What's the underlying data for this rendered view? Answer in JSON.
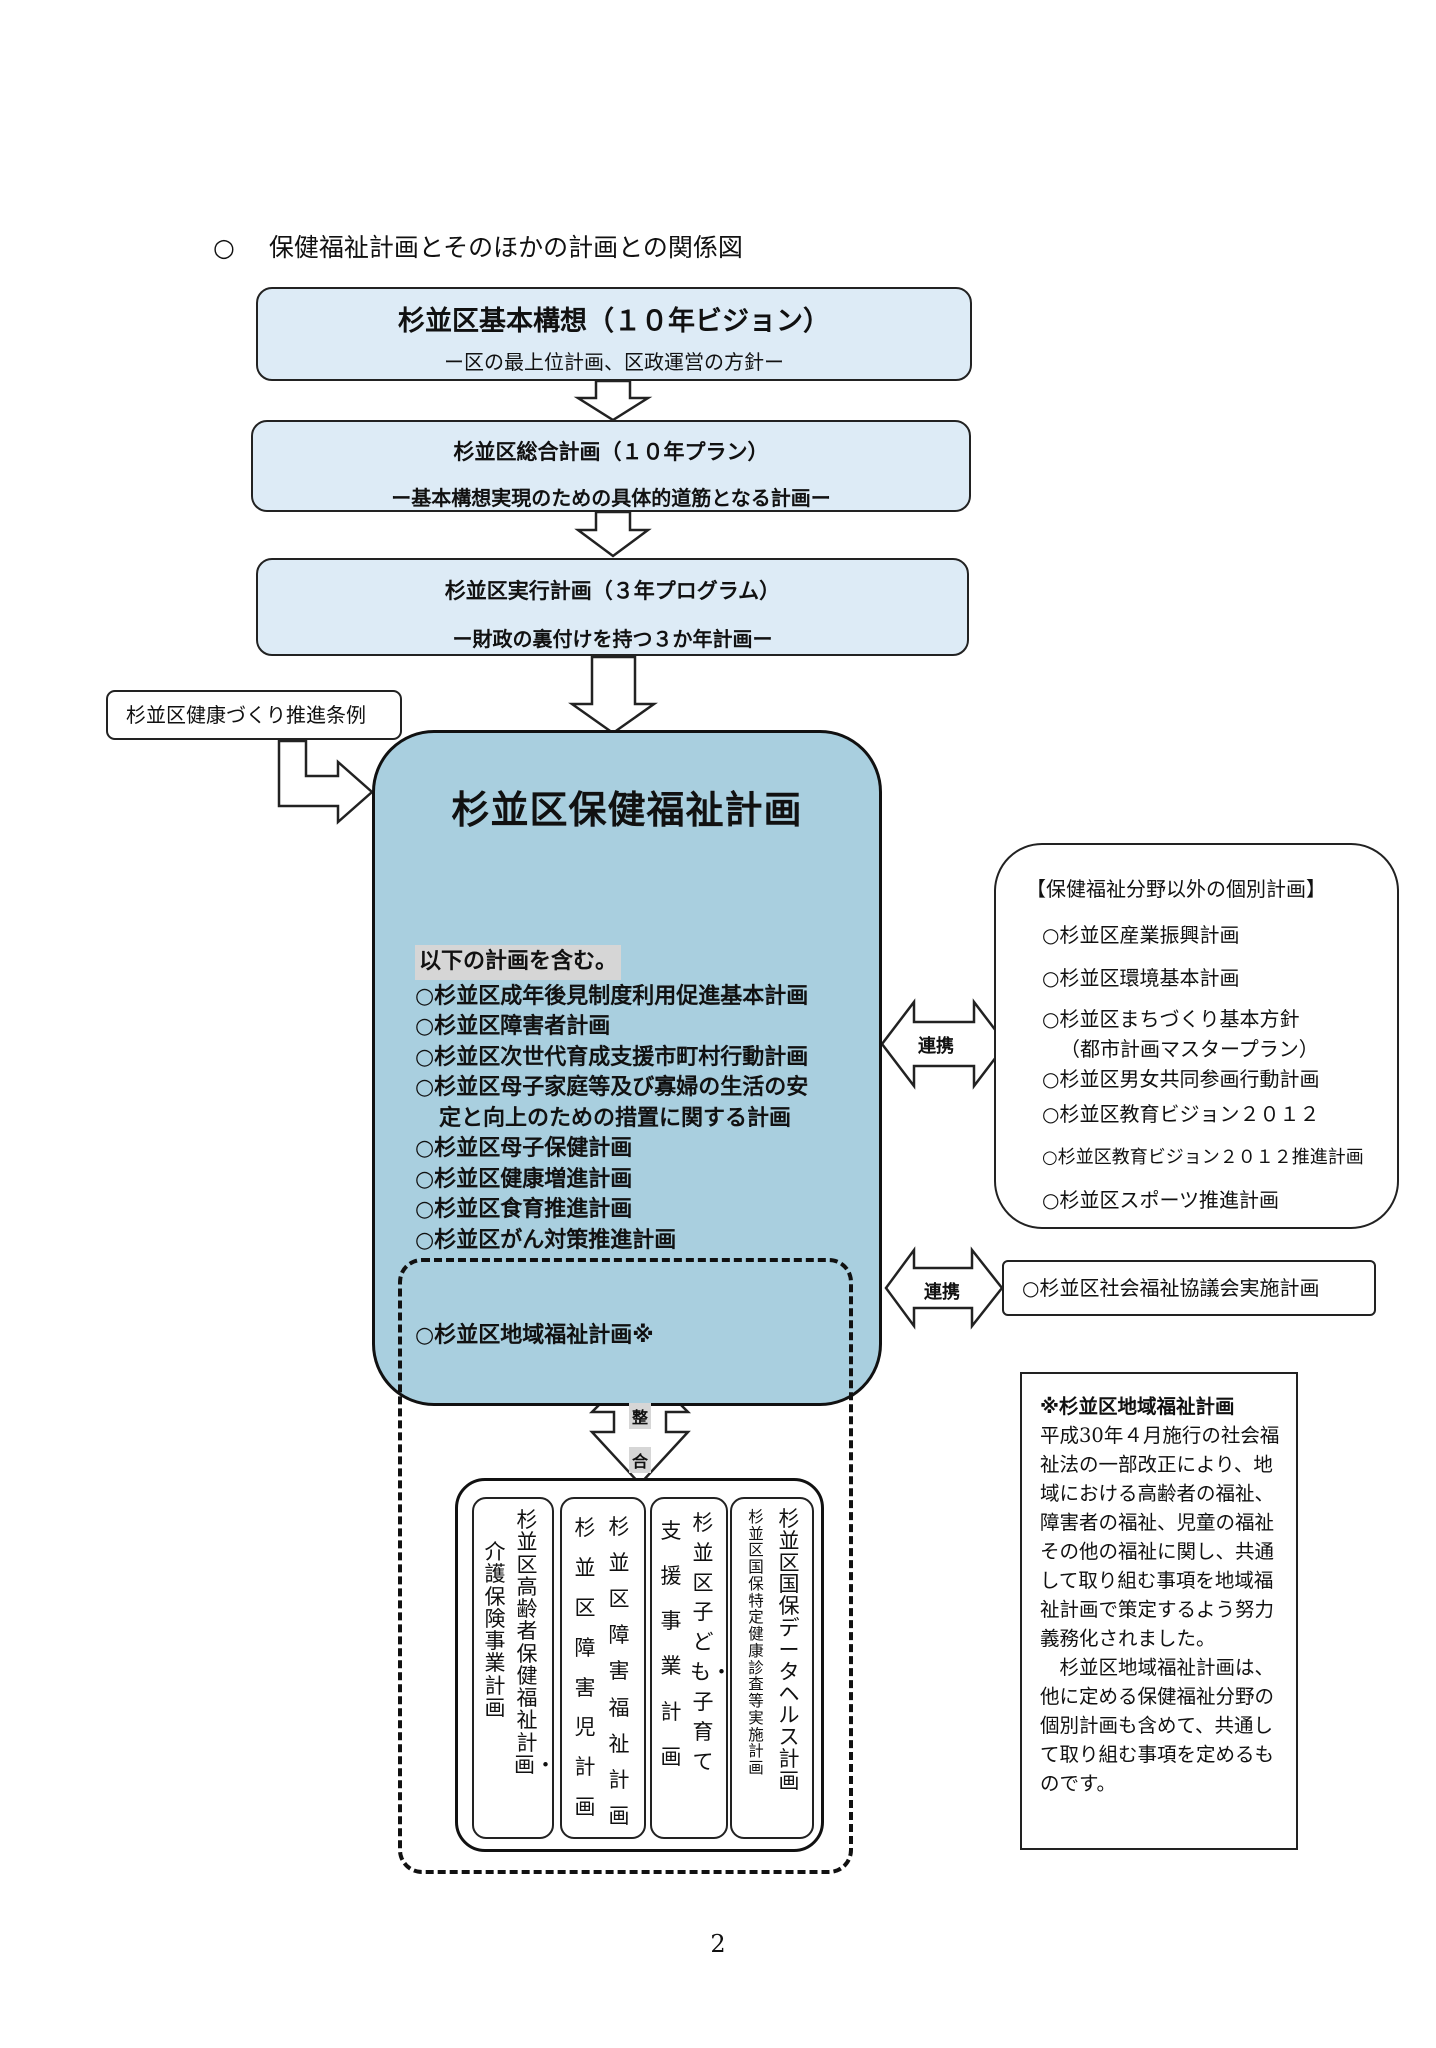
{
  "heading": {
    "mark": "○",
    "text": "保健福祉計画とそのほかの計画との関係図"
  },
  "vision": {
    "title": "杉並区基本構想（１０年ビジョン）",
    "subtitle": "ー区の最上位計画、区政運営の方針ー"
  },
  "sogo": {
    "title": "杉並区総合計画（１０年プラン）",
    "subtitle": "ー基本構想実現のための具体的道筋となる計画ー"
  },
  "jikko": {
    "title": "杉並区実行計画（３年プログラム）",
    "subtitle": "ー財政の裏付けを持つ３か年計画ー"
  },
  "jourei": "杉並区健康づくり推進条例",
  "main": {
    "title": "杉並区保健福祉計画",
    "includes_label": "以下の計画を含む。",
    "items": [
      "○杉並区成年後見制度利用促進基本計画",
      "○杉並区障害者計画",
      "○杉並区次世代育成支援市町村行動計画",
      "○杉並区母子家庭等及び寡婦の生活の安",
      "定と向上のための措置に関する計画",
      "○杉並区母子保健計画",
      "○杉並区健康増進計画",
      "○杉並区食育推進計画",
      "○杉並区がん対策推進計画"
    ],
    "chiiki": "○杉並区地域福祉計画※"
  },
  "renkei_1": "連携",
  "renkei_2": "連携",
  "seigo": [
    "整",
    "合"
  ],
  "others": {
    "header": "【保健福祉分野以外の個別計画】",
    "items": [
      "○杉並区産業振興計画",
      "○杉並区環境基本計画",
      "○杉並区まちづくり基本方針",
      "（都市計画マスタープラン）",
      "○杉並区男女共同参画行動計画",
      "○杉並区教育ビジョン２０１２",
      "○杉並区教育ビジョン２０１２推進計画",
      "○杉並区スポーツ推進計画"
    ]
  },
  "shakyo": "○杉並区社会福祉協議会実施計画",
  "sub_plans": [
    {
      "lines": [
        "杉並区高齢者保健福祉計画・",
        "介護保険事業計画"
      ]
    },
    {
      "lines": [
        "杉並区障害福祉計画",
        "杉並区障害児計画"
      ]
    },
    {
      "lines": [
        "杉並区子ども・子育て",
        "支援事業計画"
      ]
    },
    {
      "lines": [
        "杉並区国保データヘルス計画",
        "杉並区国保特定健康診査等実施計画"
      ]
    }
  ],
  "note": {
    "title": "※杉並区地域福祉計画",
    "p1": "平成30年４月施行の社会福祉法の一部改正により、地域における高齢者の福祉、障害者の福祉、児童の福祉その他の福祉に関し、共通して取り組む事項を地域福祉計画で策定するよう努力義務化されました。",
    "p2": "杉並区地域福祉計画は、他に定める保健福祉分野の個別計画も含めて、共通して取り組む事項を定めるものです。"
  },
  "page_number": "2"
}
